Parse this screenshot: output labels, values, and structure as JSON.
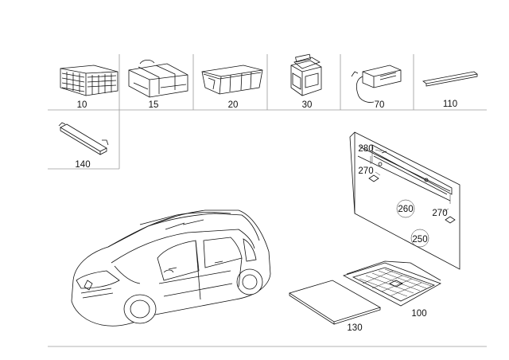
{
  "parts": [
    {
      "id": "10",
      "label": "10"
    },
    {
      "id": "15",
      "label": "15"
    },
    {
      "id": "20",
      "label": "20"
    },
    {
      "id": "30",
      "label": "30"
    },
    {
      "id": "70",
      "label": "70"
    },
    {
      "id": "110",
      "label": "110"
    },
    {
      "id": "140",
      "label": "140"
    },
    {
      "id": "280",
      "label": "280"
    },
    {
      "id": "270a",
      "label": "270"
    },
    {
      "id": "260",
      "label": "260"
    },
    {
      "id": "270b",
      "label": "270"
    },
    {
      "id": "250",
      "label": "250"
    },
    {
      "id": "100",
      "label": "100"
    },
    {
      "id": "130",
      "label": "130"
    }
  ]
}
